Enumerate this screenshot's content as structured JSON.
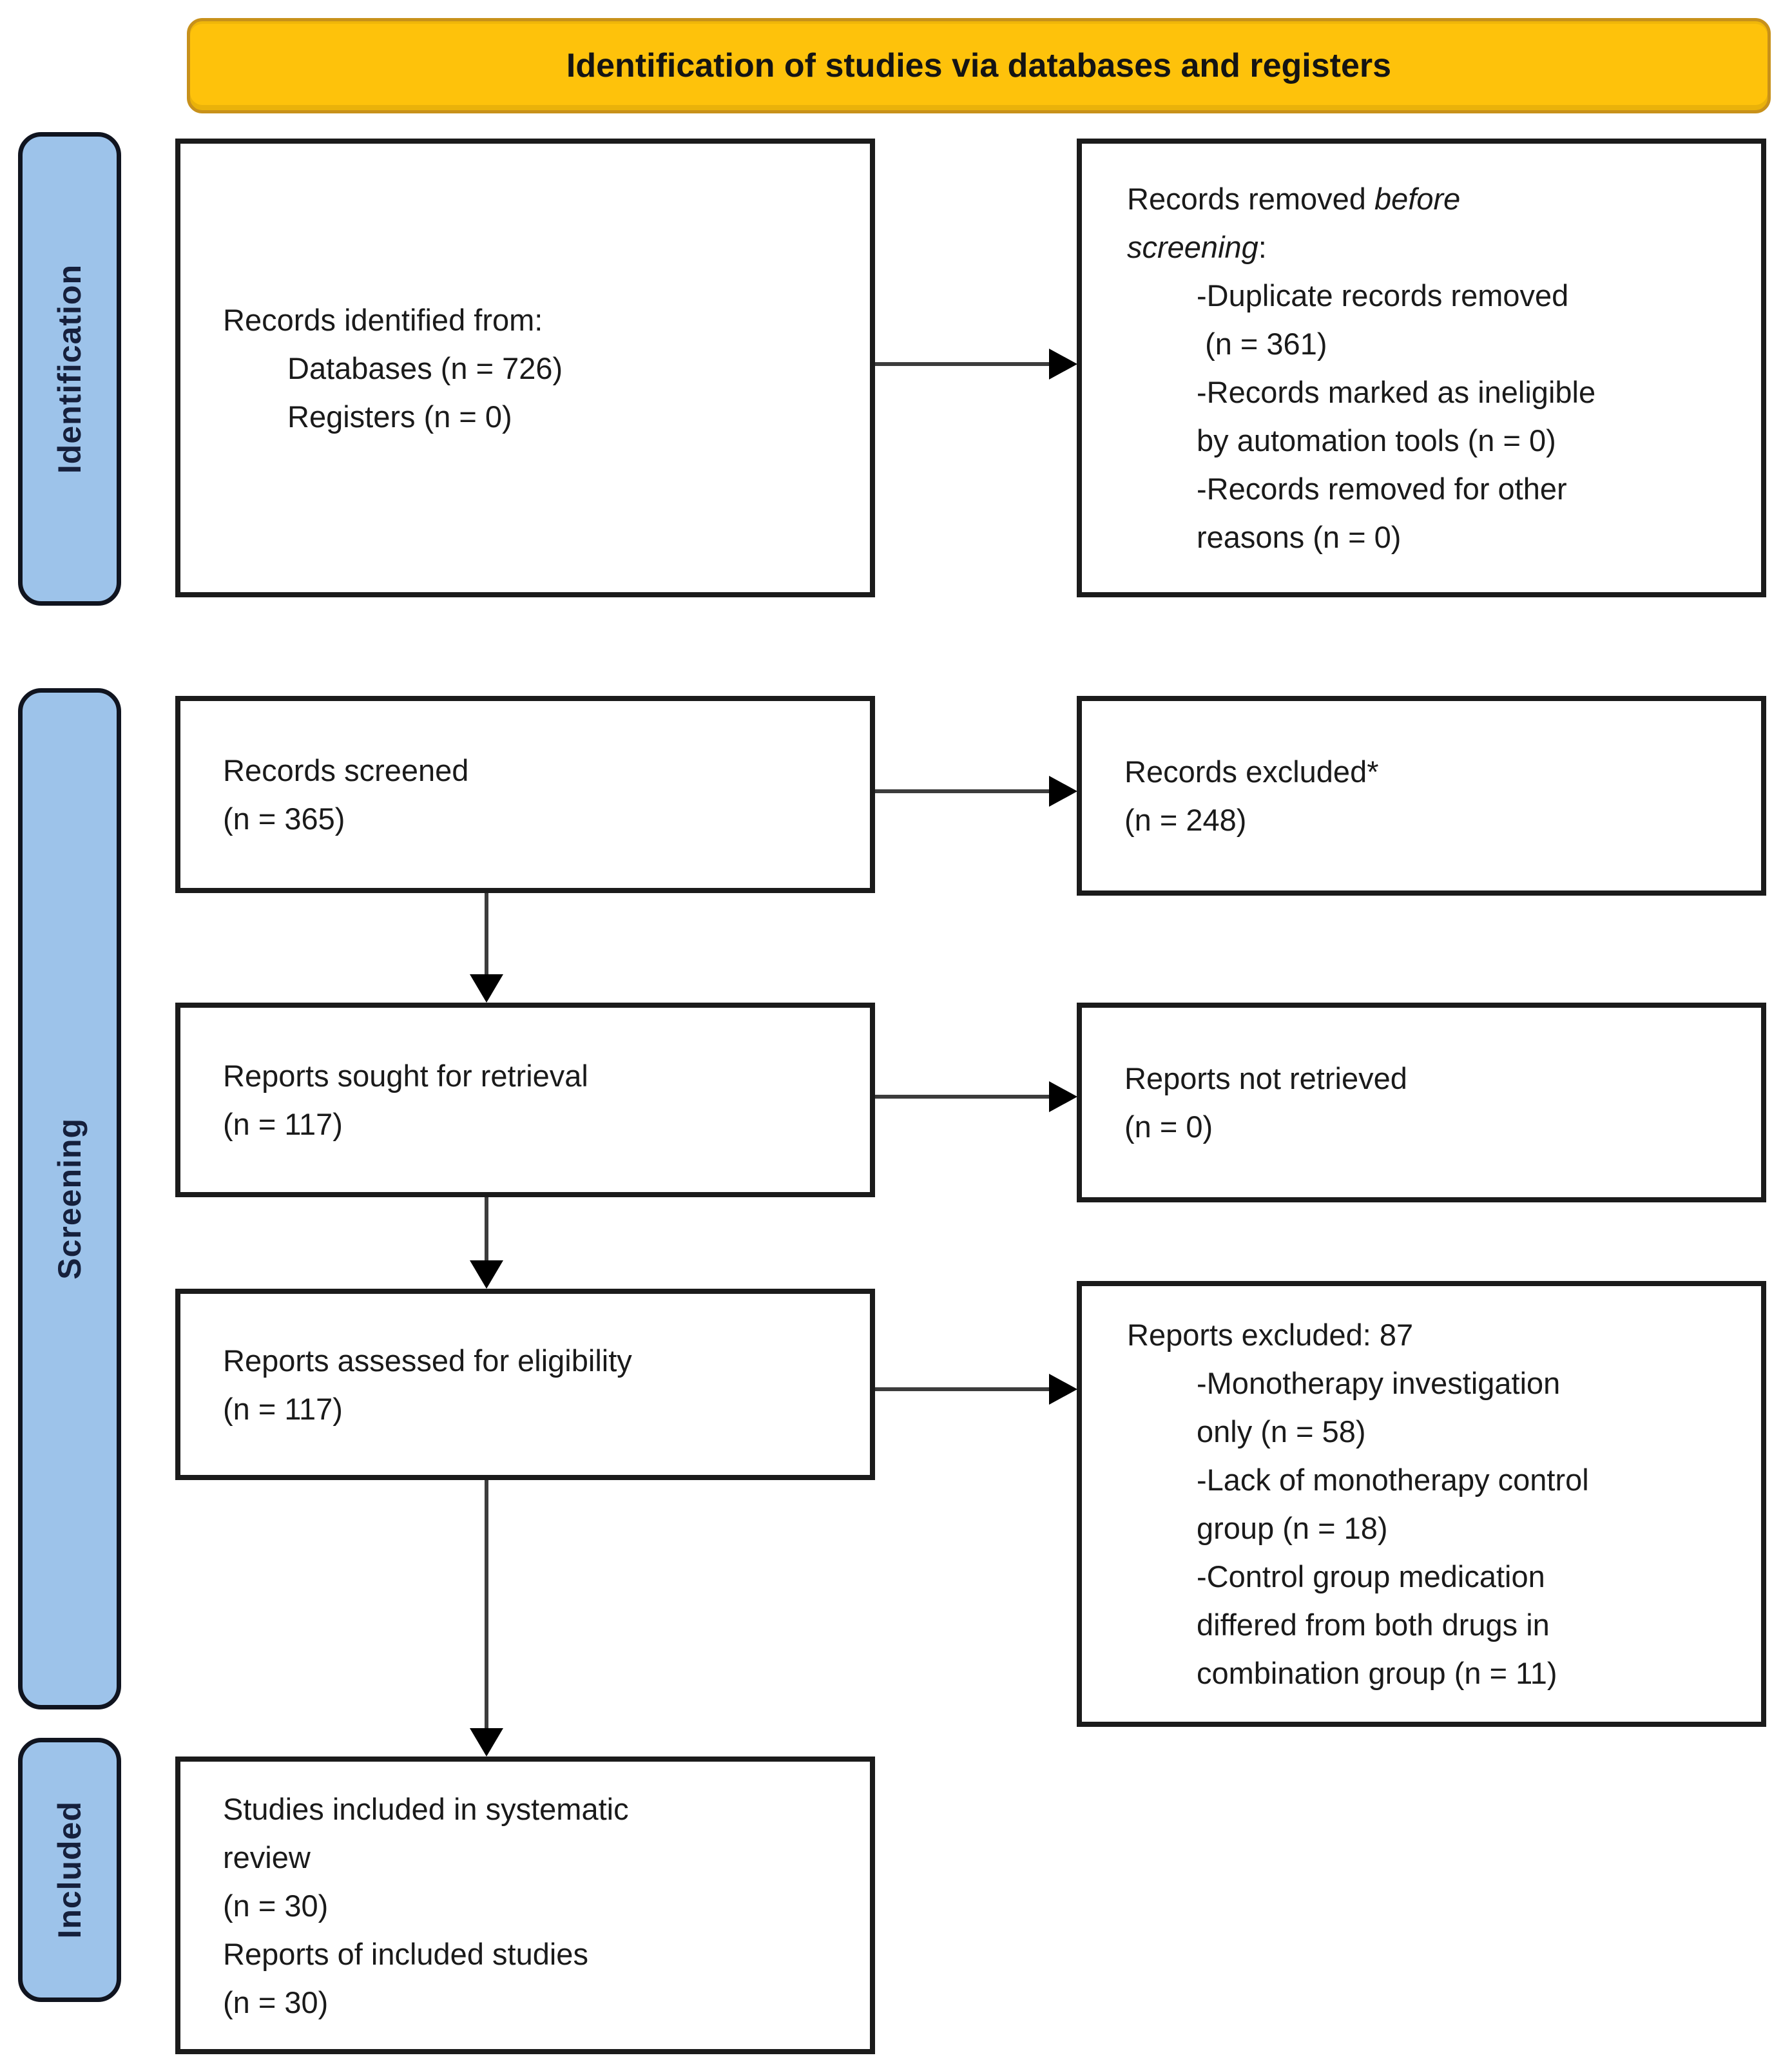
{
  "banner": {
    "label": "Identification of studies via databases and registers"
  },
  "sidebar": {
    "identification": "Identification",
    "screening": "Screening",
    "included": "Included"
  },
  "boxes": {
    "records_identified": {
      "lines": [
        "Records identified from:",
        "Databases (n = 726)",
        "Registers (n = 0)"
      ]
    },
    "records_removed": {
      "title_normal": "Records removed ",
      "title_italic": "before",
      "title_italic2": "screening",
      "title_normal2": ":",
      "items": [
        "-Duplicate records removed",
        " (n = 361)",
        "-Records marked as ineligible",
        "by automation tools (n = 0)",
        "-Records removed for other",
        "reasons (n = 0)"
      ]
    },
    "records_screened": {
      "lines": [
        "Records screened",
        "(n = 365)"
      ]
    },
    "records_excluded": {
      "lines": [
        "Records excluded*",
        "(n = 248)"
      ]
    },
    "reports_sought": {
      "lines": [
        "Reports sought for retrieval",
        "(n = 117)"
      ]
    },
    "reports_not_retrieved": {
      "lines": [
        "Reports not retrieved",
        "(n = 0)"
      ]
    },
    "reports_assessed": {
      "lines": [
        "Reports assessed for eligibility",
        "(n = 117)"
      ]
    },
    "reports_excluded": {
      "title": "Reports excluded: 87",
      "items": [
        "-Monotherapy investigation",
        "only (n = 58)",
        "-Lack of monotherapy control",
        "group (n = 18)",
        "-Control group medication",
        "differed from both drugs in",
        "combination group (n = 11)"
      ]
    },
    "studies_included": {
      "lines": [
        "Studies included in systematic",
        "review",
        "(n = 30)",
        "Reports of included studies",
        "(n = 30)"
      ]
    }
  },
  "colors": {
    "banner_bg": "#FEC20B",
    "banner_border": "#C8911A",
    "stage_bg": "#9DC3EA",
    "stage_border": "#10141F",
    "stage_text": "#16203C",
    "box_border": "#1B1B1B",
    "arrow_line": "#3C3C3C",
    "arrow_head": "#000000"
  }
}
